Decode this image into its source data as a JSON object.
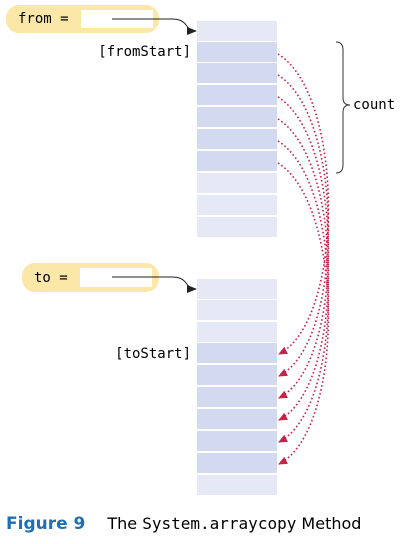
{
  "from_var": {
    "name": "from ="
  },
  "to_var": {
    "name": "to ="
  },
  "from_array": {
    "start_label": "[fromStart]",
    "cells": 10,
    "highlight_start": 1,
    "highlight_count": 6
  },
  "to_array": {
    "start_label": "[toStart]",
    "cells": 10,
    "highlight_start": 3,
    "highlight_count": 6
  },
  "count_label": "count",
  "caption": {
    "figure": "Figure 9",
    "title_pre": "The ",
    "title_code": "System.arraycopy",
    "title_post": " Method"
  },
  "colors": {
    "pill": "#fbe7a8",
    "cell_plain": "#e5e8f5",
    "cell_highlight": "#d3d9ef",
    "copy_arrow": "#c4234a",
    "figure_number": "#1f6fb4"
  }
}
